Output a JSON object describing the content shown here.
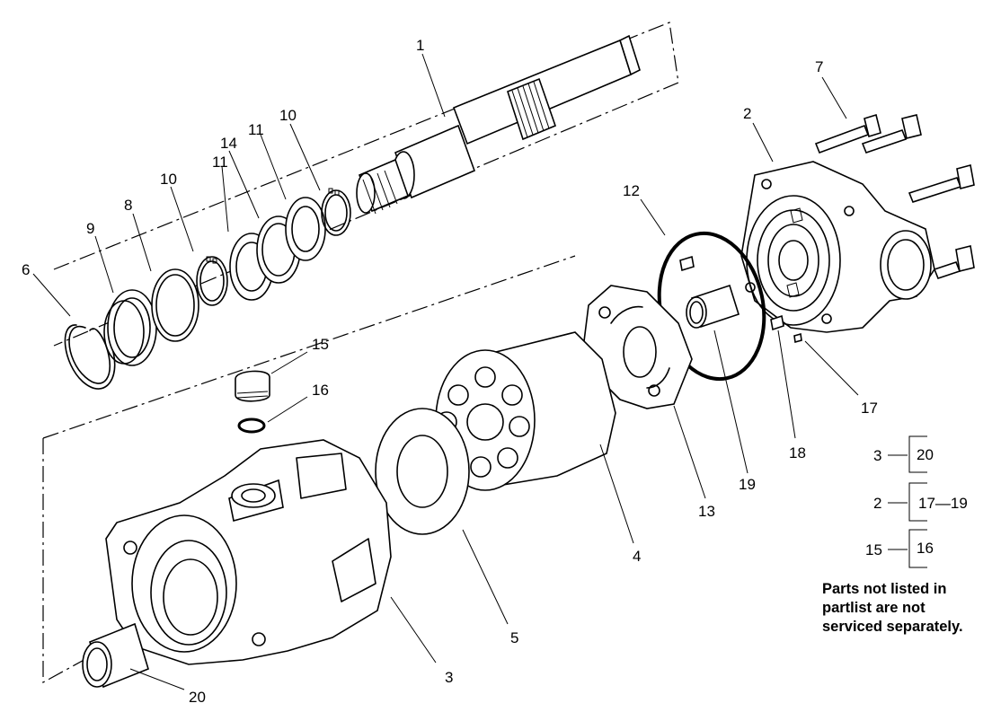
{
  "callouts": {
    "c1": "1",
    "c2": "2",
    "c3": "3",
    "c4": "4",
    "c5": "5",
    "c6": "6",
    "c7": "7",
    "c8": "8",
    "c9": "9",
    "c10a": "10",
    "c10b": "10",
    "c11a": "11",
    "c11b": "11",
    "c12": "12",
    "c13": "13",
    "c14": "14",
    "c15": "15",
    "c16": "16",
    "c17": "17",
    "c18": "18",
    "c19": "19",
    "c20": "20"
  },
  "groups": [
    {
      "parent": "3",
      "children": "20"
    },
    {
      "parent": "2",
      "children": "17—19"
    },
    {
      "parent": "15",
      "children": "16"
    }
  ],
  "note": {
    "line1": "Parts not listed in",
    "line2": "partlist are not",
    "line3": "serviced separately."
  }
}
